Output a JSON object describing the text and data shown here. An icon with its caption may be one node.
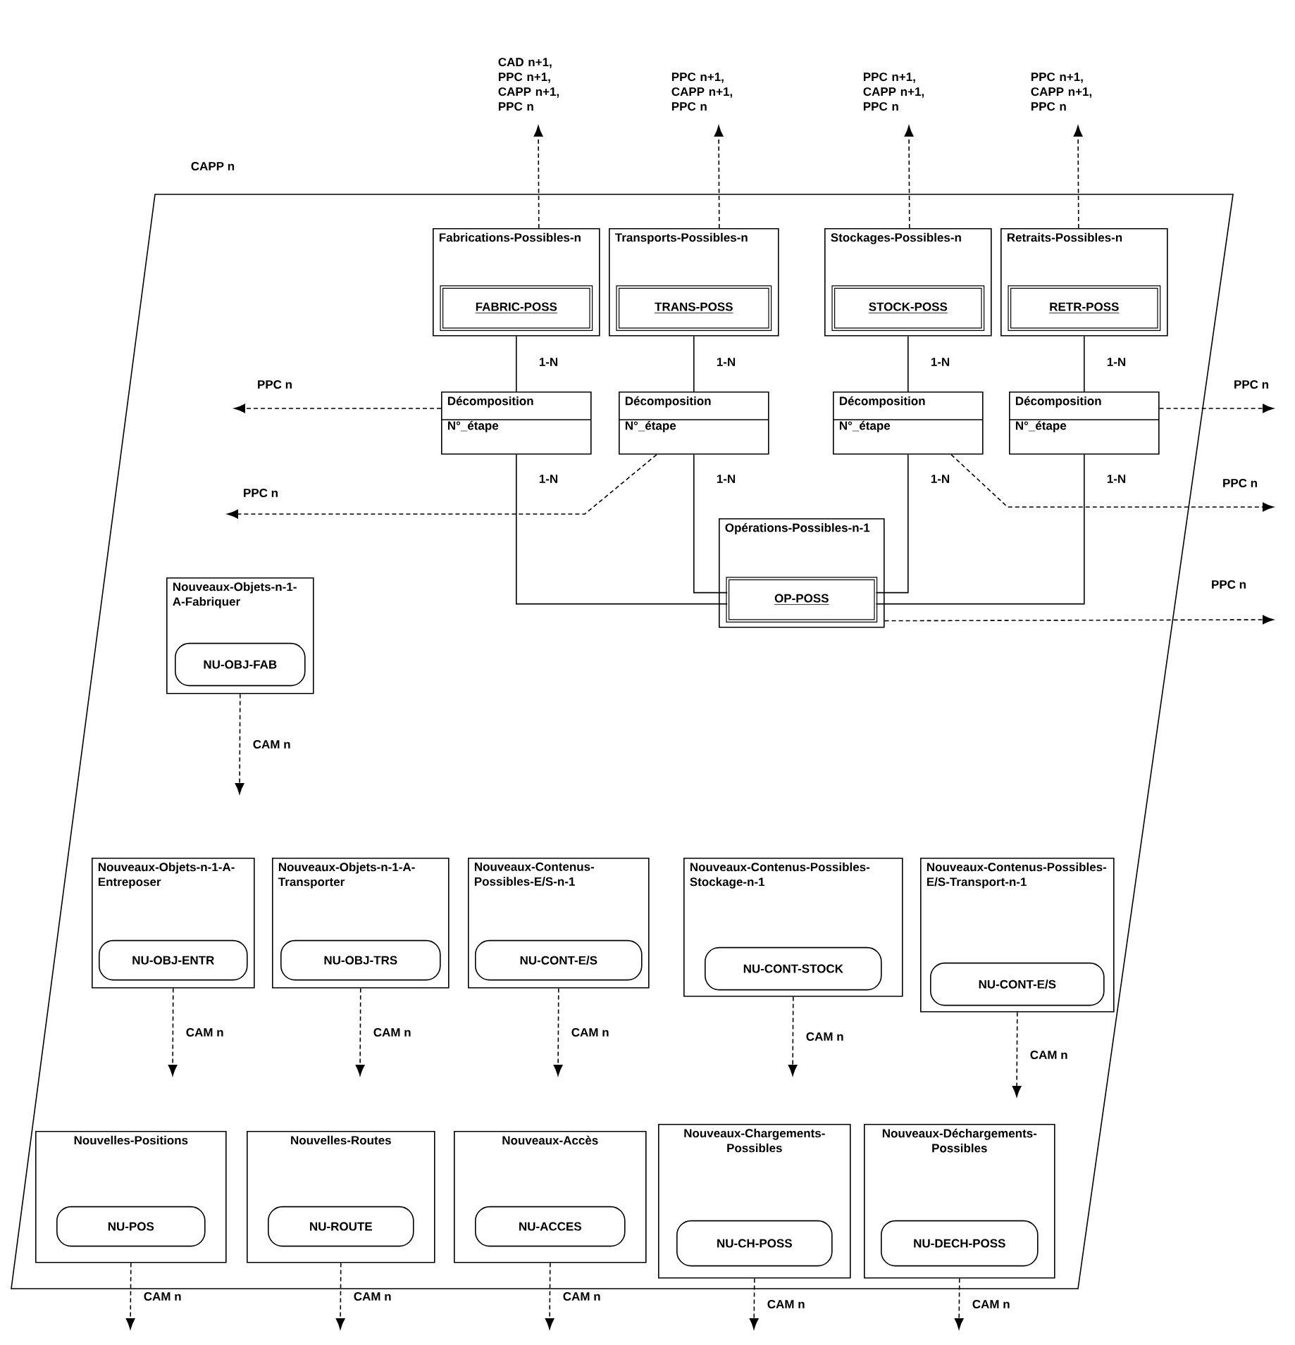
{
  "diagram": {
    "nodes": [
      {
        "text": [
          "CAPP n"
        ]
      },
      {
        "text": [
          "Fabrications-Possibles-n"
        ],
        "in": 0
      },
      {
        "text": [
          "FABRIC-POSS"
        ],
        "in": 1
      },
      {
        "text": [
          "Transports-Possibles-n"
        ],
        "in": 0
      },
      {
        "text": [
          "TRANS-POSS"
        ],
        "in": 3
      },
      {
        "text": [
          "Stockages-Possibles-n"
        ],
        "in": 0
      },
      {
        "text": [
          "STOCK-POSS"
        ],
        "in": 5
      },
      {
        "text": [
          "Retraits-Possibles-n"
        ],
        "in": 0
      },
      {
        "text": [
          "RETR-POSS"
        ],
        "in": 7
      },
      {
        "text": [
          "Décomposition",
          "N°_étape"
        ],
        "in": 0
      },
      {
        "text": [
          "Décomposition",
          "N°_étape"
        ],
        "in": 0
      },
      {
        "text": [
          "Décomposition",
          "N°_étape"
        ],
        "in": 0
      },
      {
        "text": [
          "Décomposition",
          "N°_étape"
        ],
        "in": 0
      },
      {
        "text": [
          "Opérations-Possibles-n-1"
        ],
        "in": 0
      },
      {
        "text": [
          "OP-POSS"
        ],
        "in": 13
      },
      {
        "text": [
          "Nouveaux-Objets-n-1-A-Fabriquer"
        ],
        "in": 0
      },
      {
        "text": [
          "NU-OBJ-FAB"
        ],
        "in": 15
      },
      {
        "text": [
          "Nouveaux-Objets-n-1-A-Entreposer"
        ],
        "in": 0
      },
      {
        "text": [
          "NU-OBJ-ENTR"
        ],
        "in": 17
      },
      {
        "text": [
          "Nouveaux-Objets-n-1-A-Transporter"
        ],
        "in": 0
      },
      {
        "text": [
          "NU-OBJ-TRS"
        ],
        "in": 19
      },
      {
        "text": [
          "Nouveaux-Contenus-Possibles-E/S-n-1"
        ],
        "in": 0
      },
      {
        "text": [
          "NU-CONT-E/S"
        ],
        "in": 21
      },
      {
        "text": [
          "Nouveaux-Contenus-Possibles-Stockage-n-1"
        ],
        "in": 0
      },
      {
        "text": [
          "NU-CONT-STOCK"
        ],
        "in": 23
      },
      {
        "text": [
          "Nouveaux-Contenus-Possibles-E/S-Transport-n-1"
        ],
        "in": 0
      },
      {
        "text": [
          "NU-CONT-E/S"
        ],
        "in": 25
      },
      {
        "text": [
          "Nouvelles-Positions"
        ],
        "in": 0
      },
      {
        "text": [
          "NU-POS"
        ],
        "in": 27
      },
      {
        "text": [
          "Nouvelles-Routes"
        ],
        "in": 0
      },
      {
        "text": [
          "NU-ROUTE"
        ],
        "in": 29
      },
      {
        "text": [
          "Nouveaux-Accès"
        ],
        "in": 0
      },
      {
        "text": [
          "NU-ACCES"
        ],
        "in": 31
      },
      {
        "text": [
          "Nouveaux-Chargements-Possibles"
        ],
        "in": 0
      },
      {
        "text": [
          "NU-CH-POSS"
        ],
        "in": 33
      },
      {
        "text": [
          "Nouveaux-Déchargements-Possibles"
        ],
        "in": 0
      },
      {
        "text": [
          "NU-DECH-POSS"
        ],
        "in": 35
      }
    ],
    "edges": [
      {
        "from": 1,
        "to": 9,
        "arrow": "none",
        "label": "1-N"
      },
      {
        "from": 3,
        "to": 10,
        "arrow": "none",
        "label": "1-N"
      },
      {
        "from": 5,
        "to": 11,
        "arrow": "none",
        "label": "1-N"
      },
      {
        "from": 7,
        "to": 12,
        "arrow": "none",
        "label": "1-N"
      },
      {
        "from": 9,
        "to": 14,
        "arrow": "none",
        "label": "1-N"
      },
      {
        "from": 10,
        "to": 14,
        "arrow": "none",
        "label": "1-N"
      },
      {
        "from": 11,
        "to": 14,
        "arrow": "none",
        "label": "1-N"
      },
      {
        "from": 12,
        "to": 14,
        "arrow": "none",
        "label": "1-N"
      },
      {
        "from": 1,
        "to": null,
        "arrow": "to",
        "style": "dashed",
        "label": "CAD n+1, PPC n+1, CAPP n+1, PPC n"
      },
      {
        "from": 3,
        "to": null,
        "arrow": "to",
        "style": "dashed",
        "label": "PPC n+1, CAPP n+1, PPC n"
      },
      {
        "from": 5,
        "to": null,
        "arrow": "to",
        "style": "dashed",
        "label": "PPC n+1, CAPP n+1, PPC n"
      },
      {
        "from": 7,
        "to": null,
        "arrow": "to",
        "style": "dashed",
        "label": "PPC n+1, CAPP n+1, PPC n"
      },
      {
        "from": 9,
        "to": null,
        "arrow": "to",
        "style": "dashed",
        "label": "PPC n"
      },
      {
        "from": 12,
        "to": null,
        "arrow": "to",
        "style": "dashed",
        "label": "PPC n"
      },
      {
        "from": 10,
        "to": null,
        "arrow": "to",
        "style": "dashed",
        "label": "PPC n"
      },
      {
        "from": 11,
        "to": null,
        "arrow": "to",
        "style": "dashed",
        "label": "PPC n"
      },
      {
        "from": 13,
        "to": null,
        "arrow": "to",
        "style": "dashed",
        "label": "PPC n"
      },
      {
        "from": 15,
        "to": null,
        "arrow": "to",
        "style": "dashed",
        "label": "CAM n"
      },
      {
        "from": 17,
        "to": null,
        "arrow": "to",
        "style": "dashed",
        "label": "CAM n"
      },
      {
        "from": 19,
        "to": null,
        "arrow": "to",
        "style": "dashed",
        "label": "CAM n"
      },
      {
        "from": 21,
        "to": null,
        "arrow": "to",
        "style": "dashed",
        "label": "CAM n"
      },
      {
        "from": 23,
        "to": null,
        "arrow": "to",
        "style": "dashed",
        "label": "CAM n"
      },
      {
        "from": 25,
        "to": null,
        "arrow": "to",
        "style": "dashed",
        "label": "CAM n"
      },
      {
        "from": 27,
        "to": null,
        "arrow": "to",
        "style": "dashed",
        "label": "CAM n"
      },
      {
        "from": 29,
        "to": null,
        "arrow": "to",
        "style": "dashed",
        "label": "CAM n"
      },
      {
        "from": 31,
        "to": null,
        "arrow": "to",
        "style": "dashed",
        "label": "CAM n"
      },
      {
        "from": 33,
        "to": null,
        "arrow": "to",
        "style": "dashed",
        "label": "CAM n"
      },
      {
        "from": 35,
        "to": null,
        "arrow": "to",
        "style": "dashed",
        "label": "CAM n"
      }
    ]
  }
}
